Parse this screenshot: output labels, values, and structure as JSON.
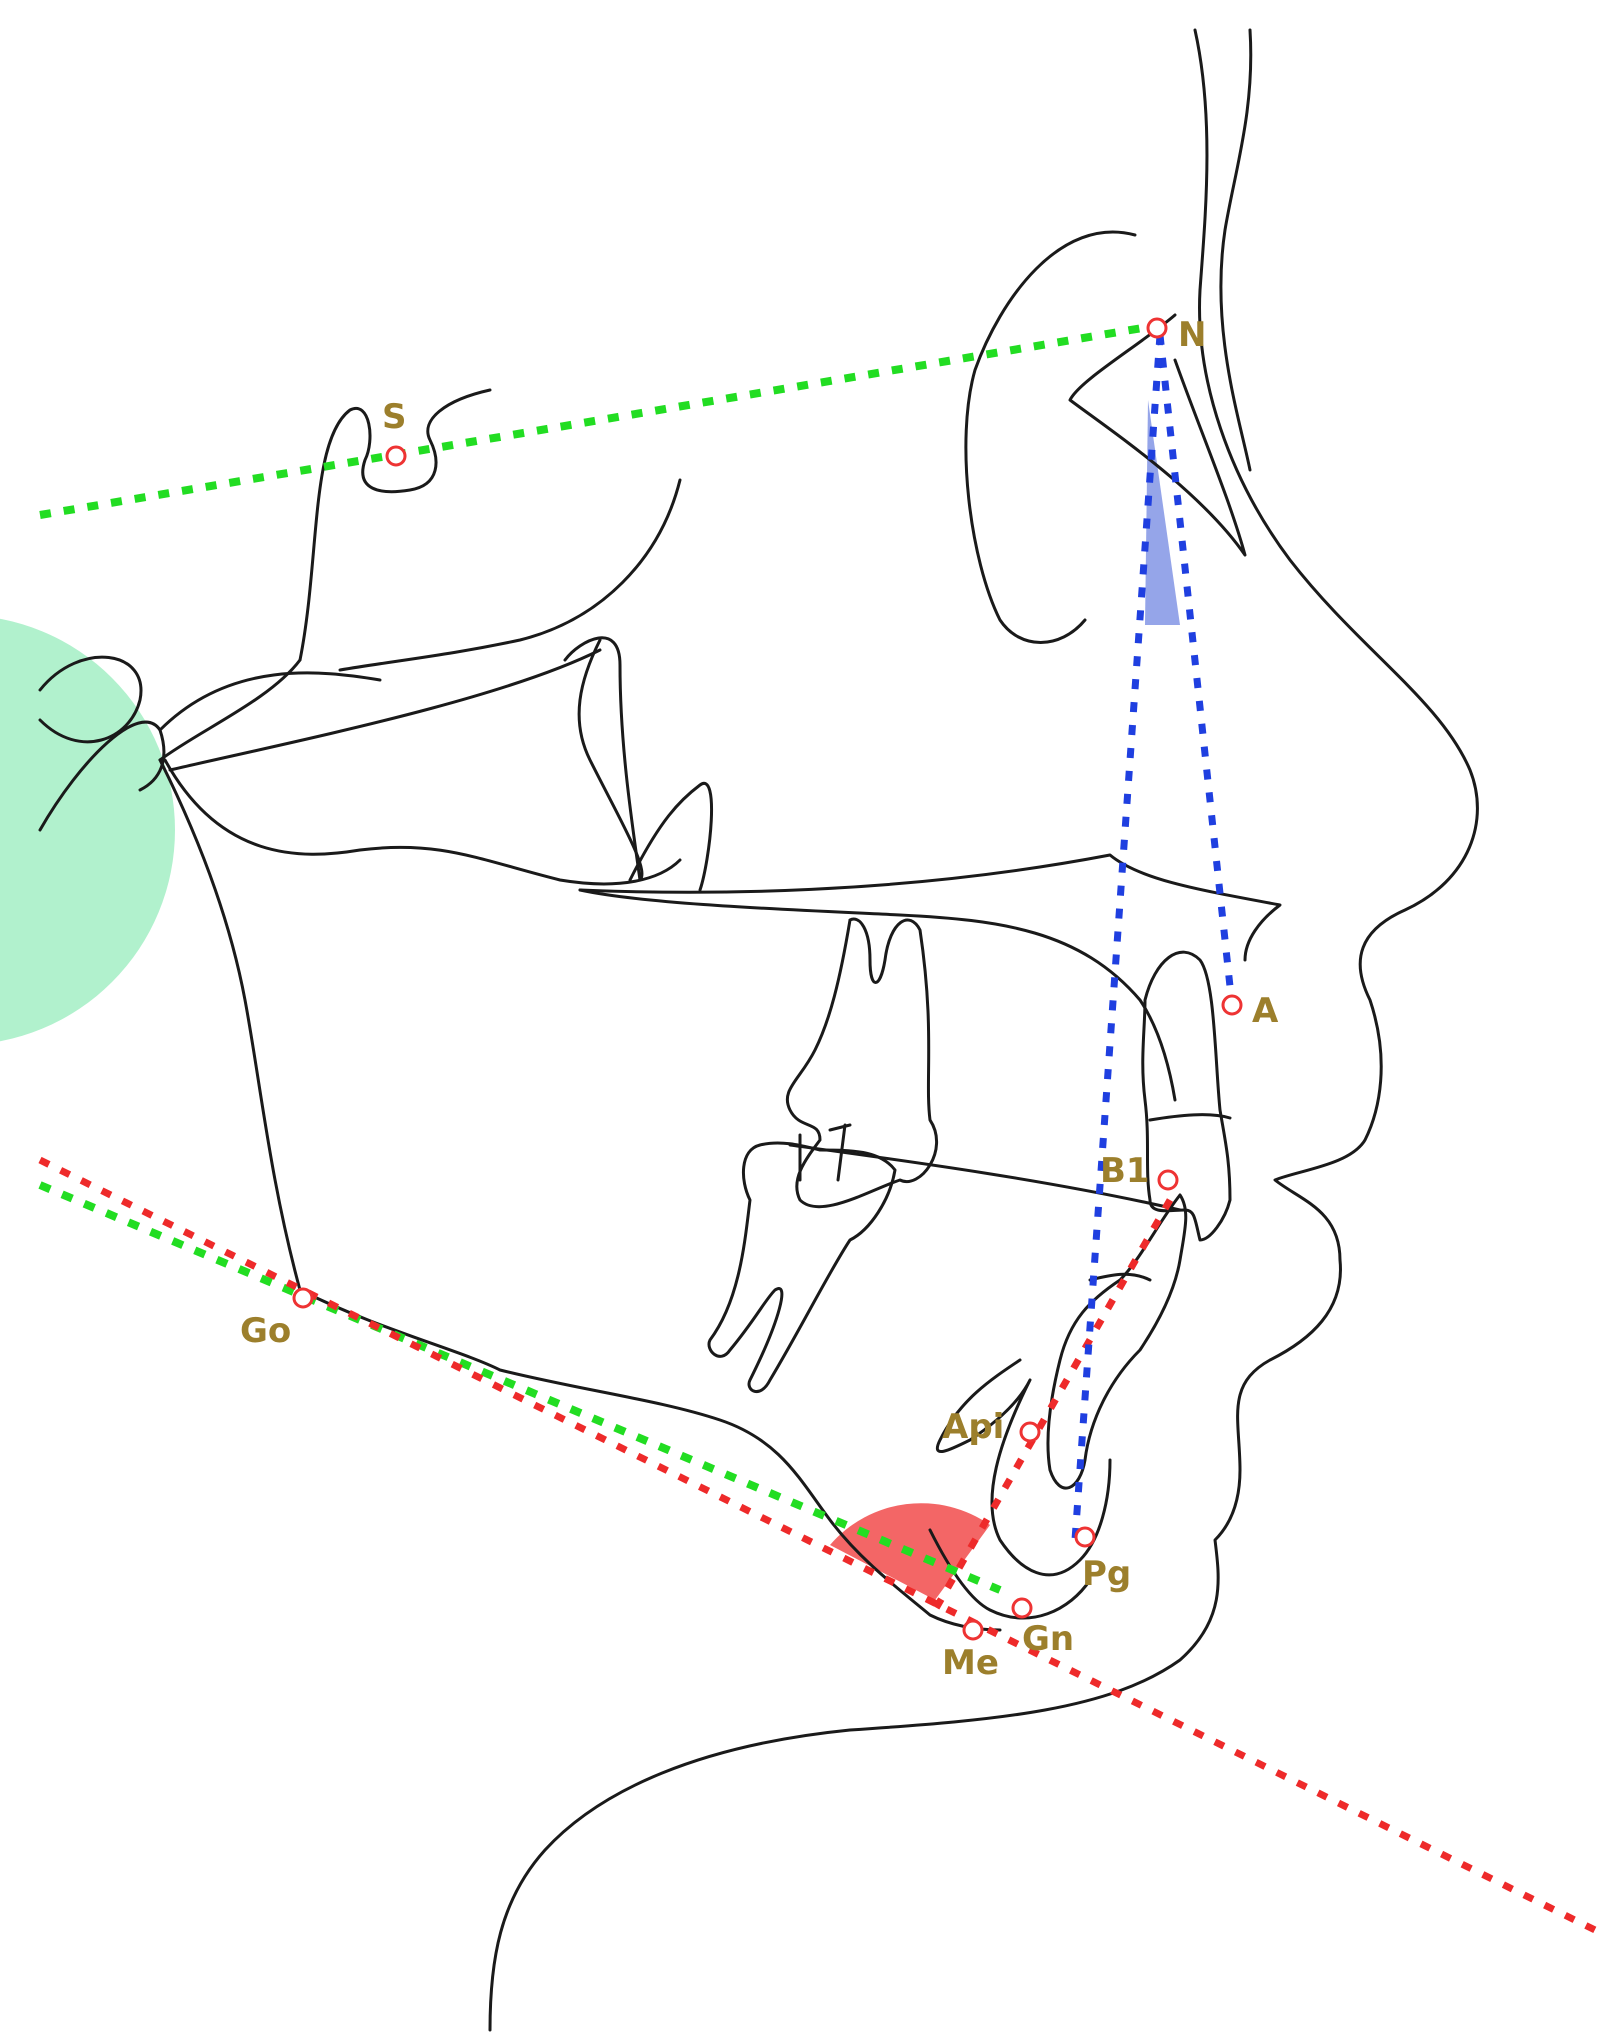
{
  "diagram": {
    "colors": {
      "sn_line": "#22dd22",
      "mandibular_plane_green": "#22dd22",
      "mandibular_plane_red": "#ee2a2a",
      "incisor_axis_red": "#ee2a2a",
      "facial_lines_blue": "#1f3fe0",
      "angle_fill_red": "#f25555",
      "angle_fill_blue": "#8fa0e8",
      "ear_circle_fill": "#a8f0c8",
      "label_color": "#9c7f2c"
    },
    "landmarks": [
      {
        "id": "S",
        "label": "S"
      },
      {
        "id": "N",
        "label": "N"
      },
      {
        "id": "A",
        "label": "A"
      },
      {
        "id": "B1",
        "label": "B1"
      },
      {
        "id": "Go",
        "label": "Go"
      },
      {
        "id": "Api",
        "label": "Api"
      },
      {
        "id": "Pg",
        "label": "Pg"
      },
      {
        "id": "Gn",
        "label": "Gn"
      },
      {
        "id": "Me",
        "label": "Me"
      }
    ]
  }
}
